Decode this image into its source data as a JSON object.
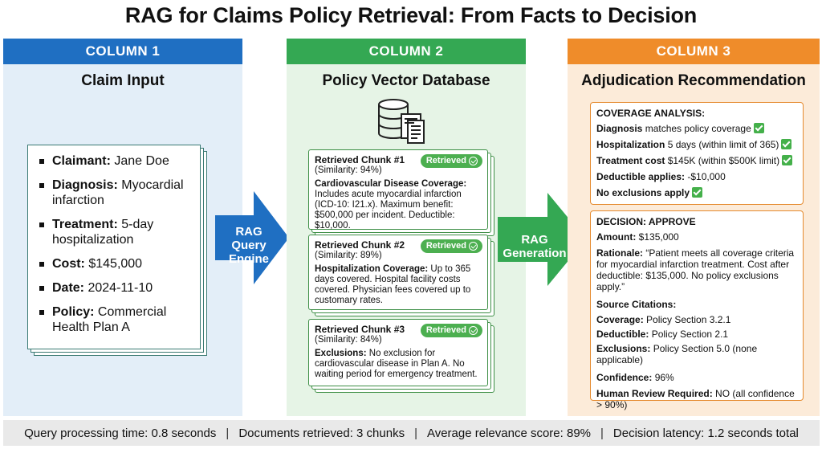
{
  "title": "RAG for Claims Policy Retrieval: From Facts to Decision",
  "columns": [
    {
      "header": "COLUMN 1",
      "subtitle": "Claim Input"
    },
    {
      "header": "COLUMN 2",
      "subtitle": "Policy Vector Database"
    },
    {
      "header": "COLUMN 3",
      "subtitle": "Adjudication Recommendation"
    }
  ],
  "claim": [
    {
      "label": "Claimant:",
      "value": "Jane Doe"
    },
    {
      "label": "Diagnosis:",
      "value": "Myocardial infarction"
    },
    {
      "label": "Treatment:",
      "value": "5-day hospitalization"
    },
    {
      "label": "Cost:",
      "value": "$145,000"
    },
    {
      "label": "Date:",
      "value": "2024-11-10"
    },
    {
      "label": "Policy:",
      "value": "Commercial Health Plan A"
    }
  ],
  "arrows": {
    "query": [
      "RAG",
      "Query",
      "Engine"
    ],
    "generation": [
      "RAG",
      "Generation"
    ]
  },
  "chunks": [
    {
      "title": "Retrieved Chunk #1",
      "similarity": "(Similarity: 94%)",
      "badge": "Retrieved",
      "heading": "Cardiovascular Disease Coverage:",
      "text": "Includes acute myocardial infarction (ICD-10: I21.x). Maximum benefit: $500,000 per incident. Deductible: $10,000."
    },
    {
      "title": "Retrieved Chunk #2",
      "similarity": "(Similarity: 89%)",
      "badge": "Retrieved",
      "heading": "Hospitalization Coverage:",
      "text": "Up to 365 days covered. Hospital facility costs covered. Physician fees covered up to customary rates."
    },
    {
      "title": "Retrieved Chunk #3",
      "similarity": "(Similarity: 84%)",
      "badge": "Retrieved",
      "heading": "Exclusions:",
      "text": "No exclusion for cardiovascular disease in Plan A. No waiting period for emergency treatment."
    }
  ],
  "coverage": {
    "header": "COVERAGE ANALYSIS:",
    "lines": [
      {
        "bold": "Diagnosis",
        "rest": "matches policy coverage",
        "check": true
      },
      {
        "bold": "Hospitalization",
        "rest": "5 days (within limit of 365)",
        "check": true
      },
      {
        "bold": "Treatment cost",
        "rest": "$145K (within $500K limit)",
        "check": true
      },
      {
        "bold": "Deductible applies:",
        "rest": "-$10,000",
        "check": false
      },
      {
        "bold": "No exclusions apply",
        "rest": "",
        "check": true
      }
    ]
  },
  "decision": {
    "header": "DECISION: APPROVE",
    "amount_label": "Amount:",
    "amount": "$135,000",
    "rationale_label": "Rationale:",
    "rationale": "“Patient meets all coverage criteria for myocardial infarction treatment. Cost after deductible: $135,000. No policy exclusions apply.”",
    "citations_header": "Source Citations:",
    "citations": [
      {
        "label": "Coverage:",
        "value": "Policy Section 3.2.1"
      },
      {
        "label": "Deductible:",
        "value": "Policy Section 2.1"
      },
      {
        "label": "Exclusions:",
        "value": "Policy Section 5.0 (none applicable)"
      }
    ],
    "confidence_label": "Confidence:",
    "confidence": "96%",
    "review_label": "Human Review Required:",
    "review": "NO (all confidence > 90%)"
  },
  "footer": [
    "Query processing time: 0.8 seconds",
    "Documents retrieved: 3 chunks",
    "Average relevance score: 89%",
    "Decision latency: 1.2 seconds total"
  ],
  "colors": {
    "blue": "#1f6fc2",
    "green": "#34a853",
    "orange": "#ef8c2a"
  }
}
